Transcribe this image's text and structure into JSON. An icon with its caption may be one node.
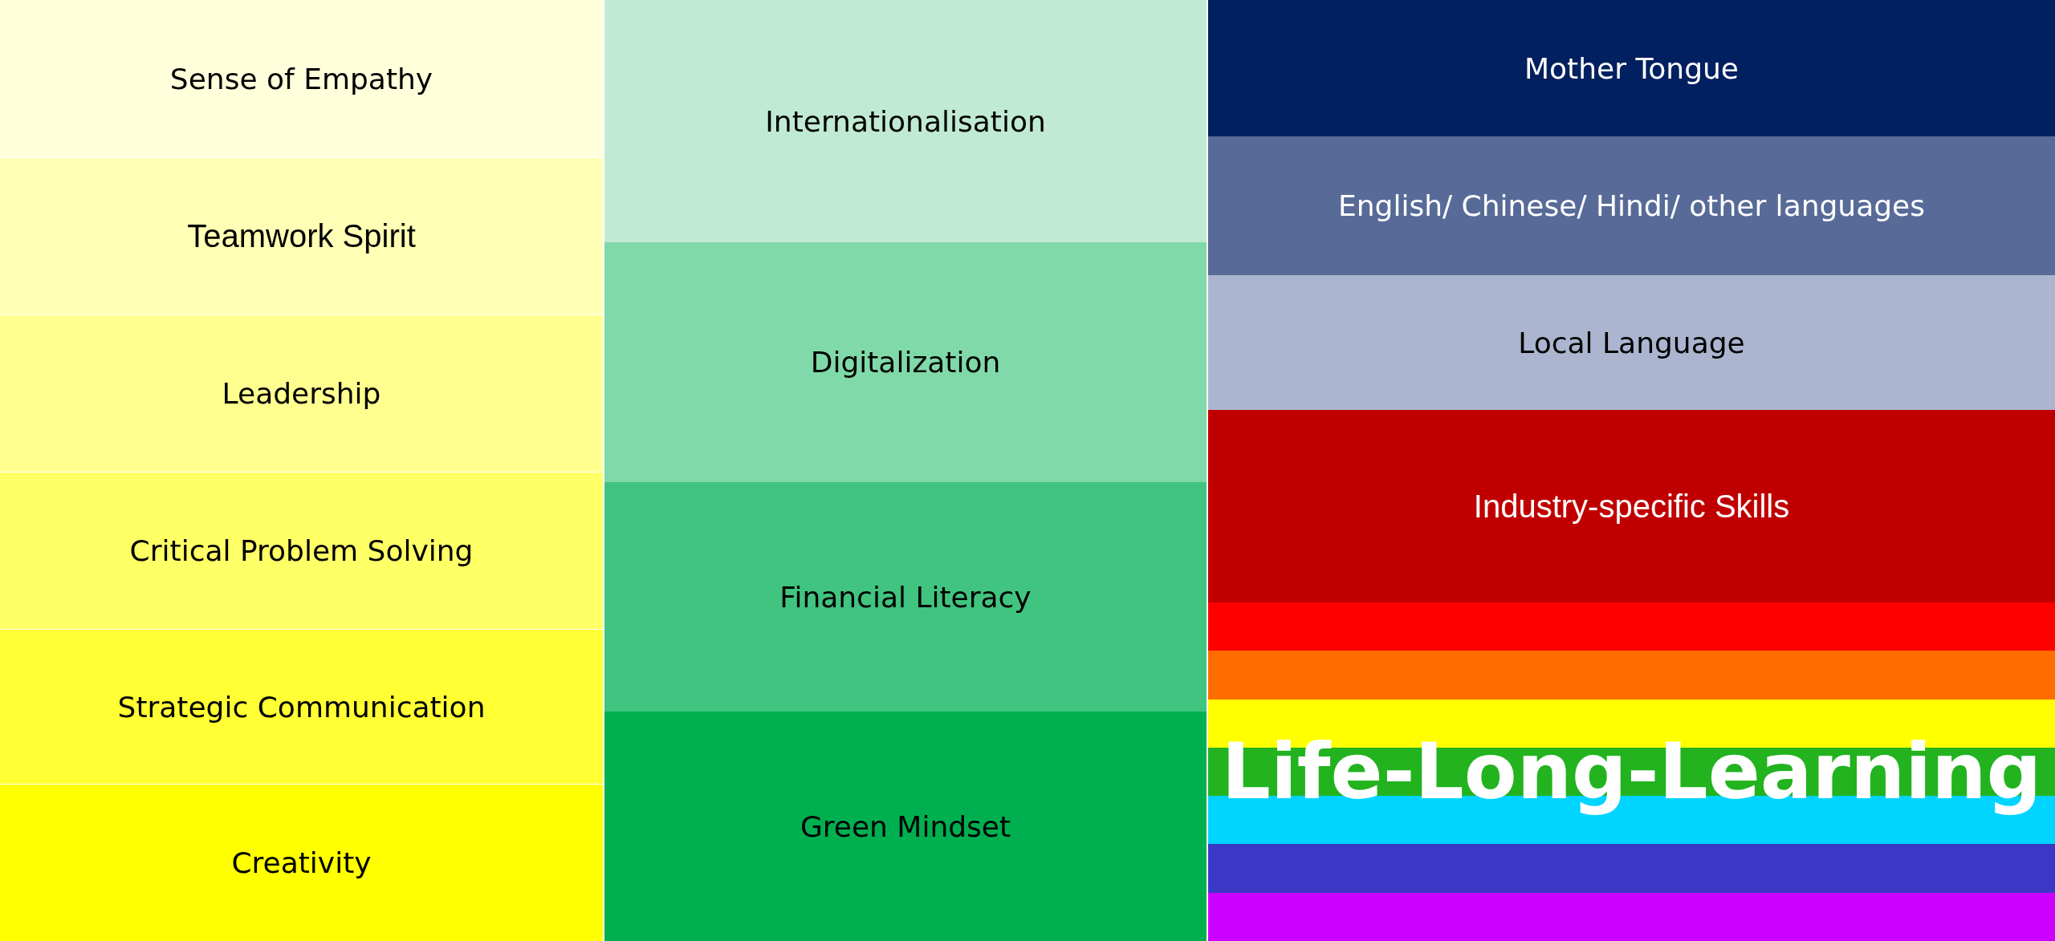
{
  "diagram": {
    "nodes": [
      {
        "text": [
          "Sense of Empathy"
        ]
      },
      {
        "text": [
          "Teamwork Spirit"
        ]
      },
      {
        "text": [
          "Leadership"
        ]
      },
      {
        "text": [
          "Critical Problem Solving"
        ]
      },
      {
        "text": [
          "Strategic Communication"
        ]
      },
      {
        "text": [
          "Creativity"
        ]
      },
      {
        "text": [
          "Internationalisation"
        ]
      },
      {
        "text": [
          "Digitalization"
        ]
      },
      {
        "text": [
          "Financial Literacy"
        ]
      },
      {
        "text": [
          "Green Mindset"
        ]
      },
      {
        "text": [
          "Mother Tongue"
        ]
      },
      {
        "text": [
          "English/ Chinese/ Hindi/ other languages"
        ]
      },
      {
        "text": [
          "Local Language"
        ]
      },
      {
        "text": [
          "Industry-specific Skills"
        ]
      },
      {
        "text": [
          "Life-Long-Learning"
        ]
      }
    ]
  }
}
